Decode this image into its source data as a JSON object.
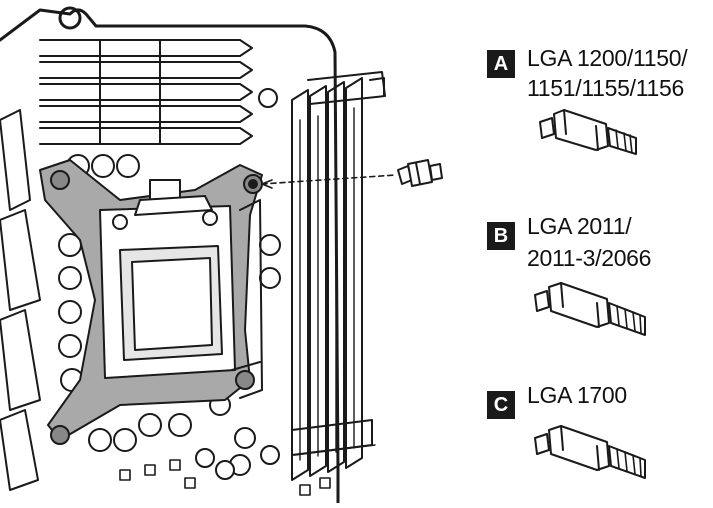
{
  "options": [
    {
      "letter": "A",
      "line1": "LGA 1200/1150/",
      "line2": "1151/1155/1156",
      "standoff": "short-thread-standoff"
    },
    {
      "letter": "B",
      "line1": "LGA 2011/",
      "line2": "2011-3/2066",
      "standoff": "long-thread-standoff"
    },
    {
      "letter": "C",
      "line1": "LGA 1700",
      "line2": "",
      "standoff": "long-thread-standoff"
    }
  ],
  "colors": {
    "line": "#1a1a1a",
    "bracket_highlight": "#a9a9a9",
    "badge_bg": "#1a1a1a",
    "badge_text": "#ffffff"
  },
  "icons": [
    "motherboard-outline",
    "cpu-socket",
    "backplate-bracket",
    "standoff-screw",
    "dashed-insert-arrow"
  ]
}
